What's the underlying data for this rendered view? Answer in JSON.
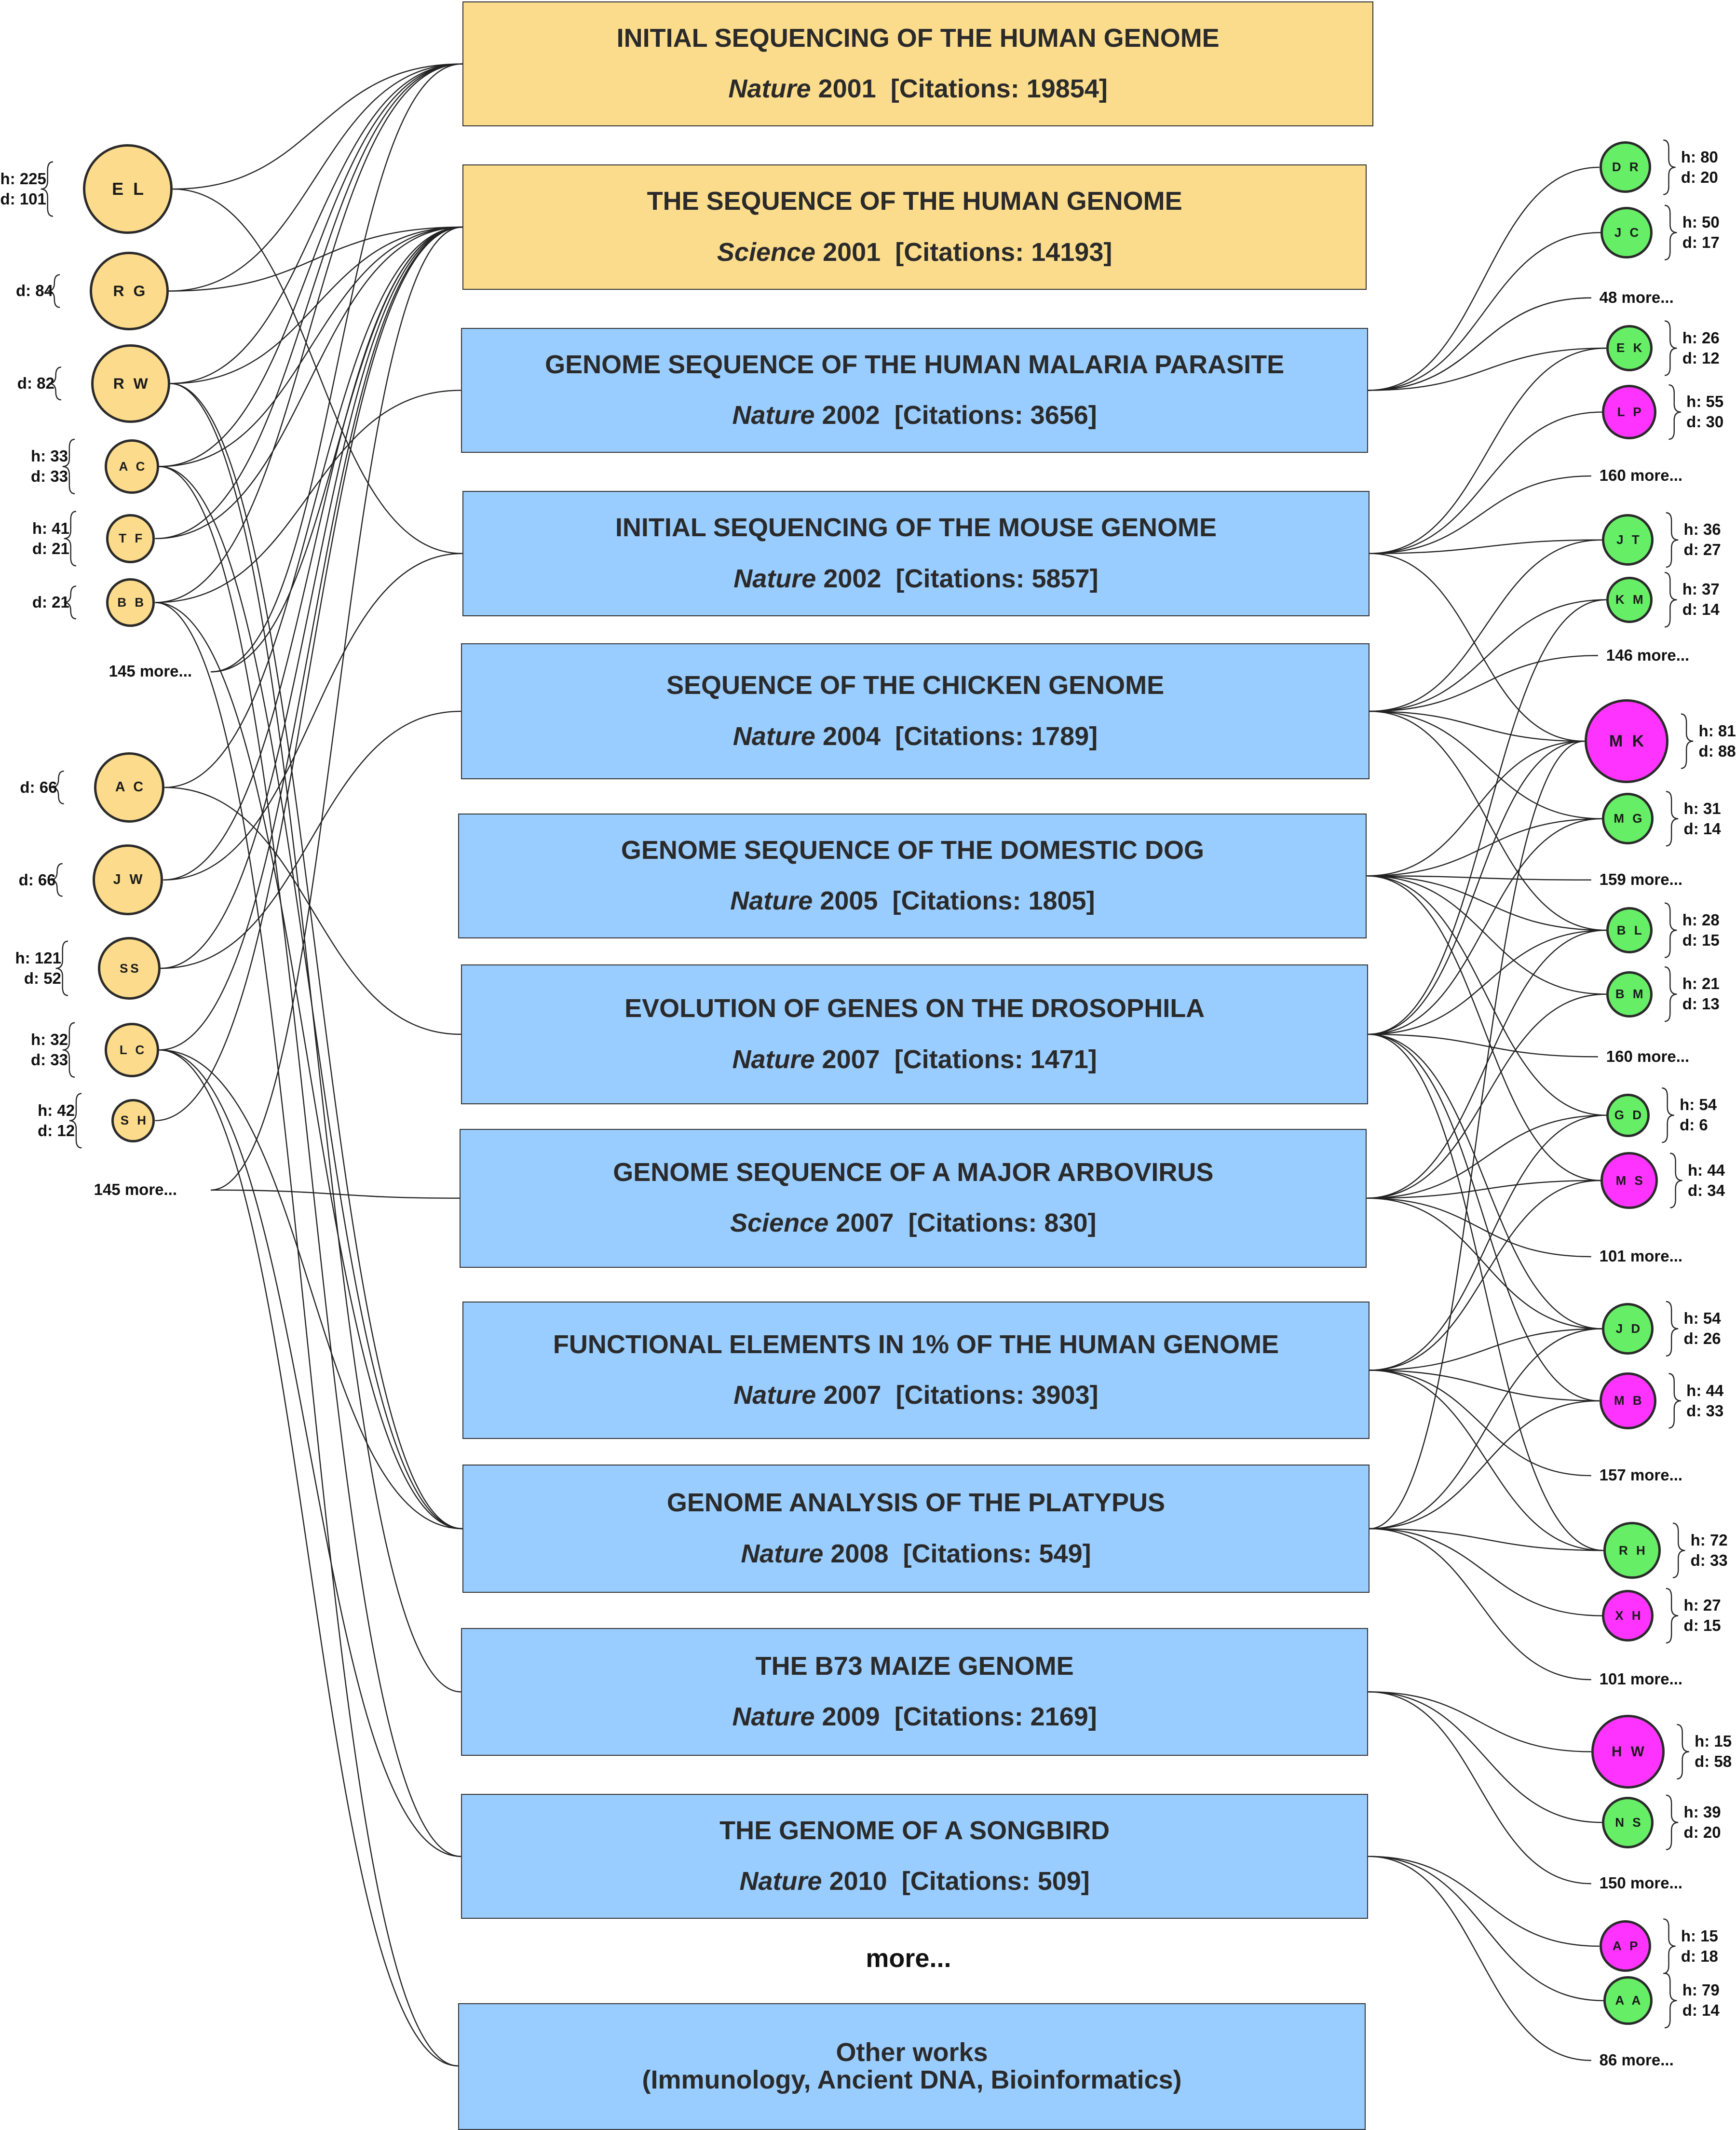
{
  "colors": {
    "highlight_paper": "#fbdc8c",
    "regular_paper": "#99ccff",
    "author_left": "#fcdc8c",
    "author_green": "#66ee66",
    "author_magenta": "#ff33ff",
    "line": "#222222"
  },
  "papers": [
    {
      "title": "INITIAL SEQUENCING OF THE HUMAN GENOME",
      "journal": "Nature",
      "year": "2001",
      "citations": "[Citations: 19854]",
      "highlight": true
    },
    {
      "title": "THE SEQUENCE OF THE HUMAN GENOME",
      "journal": "Science",
      "year": "2001",
      "citations": "[Citations: 14193]",
      "highlight": true
    },
    {
      "title": "GENOME SEQUENCE OF THE HUMAN MALARIA PARASITE",
      "journal": "Nature",
      "year": "2002",
      "citations": "[Citations: 3656]",
      "highlight": false
    },
    {
      "title": "INITIAL SEQUENCING OF THE MOUSE GENOME",
      "journal": "Nature",
      "year": "2002",
      "citations": "[Citations: 5857]",
      "highlight": false
    },
    {
      "title": "SEQUENCE OF THE CHICKEN GENOME",
      "journal": "Nature",
      "year": "2004",
      "citations": "[Citations: 1789]",
      "highlight": false
    },
    {
      "title": "GENOME SEQUENCE OF THE DOMESTIC DOG",
      "journal": "Nature",
      "year": "2005",
      "citations": "[Citations: 1805]",
      "highlight": false
    },
    {
      "title": "EVOLUTION OF GENES ON THE DROSOPHILA",
      "journal": "Nature",
      "year": "2007",
      "citations": "[Citations: 1471]",
      "highlight": false
    },
    {
      "title": "GENOME SEQUENCE OF A MAJOR ARBOVIRUS",
      "journal": "Science",
      "year": "2007",
      "citations": "[Citations: 830]",
      "highlight": false
    },
    {
      "title": "FUNCTIONAL ELEMENTS IN 1% OF THE HUMAN GENOME",
      "journal": "Nature",
      "year": "2007",
      "citations": "[Citations: 3903]",
      "highlight": false
    },
    {
      "title": "GENOME ANALYSIS OF THE PLATYPUS",
      "journal": "Nature",
      "year": "2008",
      "citations": "[Citations: 549]",
      "highlight": false
    },
    {
      "title": "THE B73 MAIZE GENOME",
      "journal": "Nature",
      "year": "2009",
      "citations": "[Citations: 2169]",
      "highlight": false
    },
    {
      "title": "THE GENOME OF A SONGBIRD",
      "journal": "Nature",
      "year": "2010",
      "citations": "[Citations: 509]",
      "highlight": false
    }
  ],
  "more_papers": "more...",
  "other_works": {
    "line1": "Other works",
    "line2": "(Immunology, Ancient DNA, Bioinformatics)"
  },
  "left_authors": [
    {
      "initials": "E L",
      "h": "h: 225",
      "d": "d: 101"
    },
    {
      "initials": "R G",
      "h": "",
      "d": "d: 84"
    },
    {
      "initials": "R W",
      "h": "",
      "d": "d: 82"
    },
    {
      "initials": "A C",
      "h": "h: 33",
      "d": "d: 33"
    },
    {
      "initials": "T F",
      "h": "h: 41",
      "d": "d: 21"
    },
    {
      "initials": "B B",
      "h": "",
      "d": "d: 21"
    },
    {
      "initials": "A C",
      "h": "",
      "d": "d: 66"
    },
    {
      "initials": "J W",
      "h": "",
      "d": "d: 66"
    },
    {
      "initials": "SS",
      "h": "h: 121",
      "d": "d: 52"
    },
    {
      "initials": "L C",
      "h": "h: 32",
      "d": "d: 33"
    },
    {
      "initials": "S H",
      "h": "h: 42",
      "d": "d: 12"
    }
  ],
  "left_more": [
    "145 more...",
    "145 more..."
  ],
  "right_authors": [
    {
      "initials": "D R",
      "h": "h: 80",
      "d": "d: 20",
      "color": "green"
    },
    {
      "initials": "J C",
      "h": "h: 50",
      "d": "d: 17",
      "color": "green"
    },
    {
      "initials": "E K",
      "h": "h: 26",
      "d": "d: 12",
      "color": "green"
    },
    {
      "initials": "L P",
      "h": "h: 55",
      "d": "d: 30",
      "color": "magenta"
    },
    {
      "initials": "J T",
      "h": "h: 36",
      "d": "d: 27",
      "color": "green"
    },
    {
      "initials": "K M",
      "h": "h: 37",
      "d": "d: 14",
      "color": "green"
    },
    {
      "initials": "M K",
      "h": "h: 81",
      "d": "d: 88",
      "color": "magenta"
    },
    {
      "initials": "M G",
      "h": "h: 31",
      "d": "d: 14",
      "color": "green"
    },
    {
      "initials": "B L",
      "h": "h: 28",
      "d": "d: 15",
      "color": "green"
    },
    {
      "initials": "B M",
      "h": "h: 21",
      "d": "d: 13",
      "color": "green"
    },
    {
      "initials": "G D",
      "h": "h: 54",
      "d": "d: 6",
      "color": "green"
    },
    {
      "initials": "M S",
      "h": "h: 44",
      "d": "d: 34",
      "color": "magenta"
    },
    {
      "initials": "J D",
      "h": "h: 54",
      "d": "d: 26",
      "color": "green"
    },
    {
      "initials": "M B",
      "h": "h: 44",
      "d": "d: 33",
      "color": "magenta"
    },
    {
      "initials": "R H",
      "h": "h: 72",
      "d": "d: 33",
      "color": "green"
    },
    {
      "initials": "X H",
      "h": "h: 27",
      "d": "d: 15",
      "color": "magenta"
    },
    {
      "initials": "H W",
      "h": "h: 15",
      "d": "d: 58",
      "color": "magenta"
    },
    {
      "initials": "N S",
      "h": "h: 39",
      "d": "d: 20",
      "color": "green"
    },
    {
      "initials": "A P",
      "h": "h: 15",
      "d": "d: 18",
      "color": "magenta"
    },
    {
      "initials": "A A",
      "h": "h: 79",
      "d": "d: 14",
      "color": "green"
    }
  ],
  "right_more": [
    "48 more...",
    "160 more...",
    "146 more...",
    "159 more...",
    "160 more...",
    "101 more...",
    "157 more...",
    "101 more...",
    "150 more...",
    "86 more..."
  ]
}
